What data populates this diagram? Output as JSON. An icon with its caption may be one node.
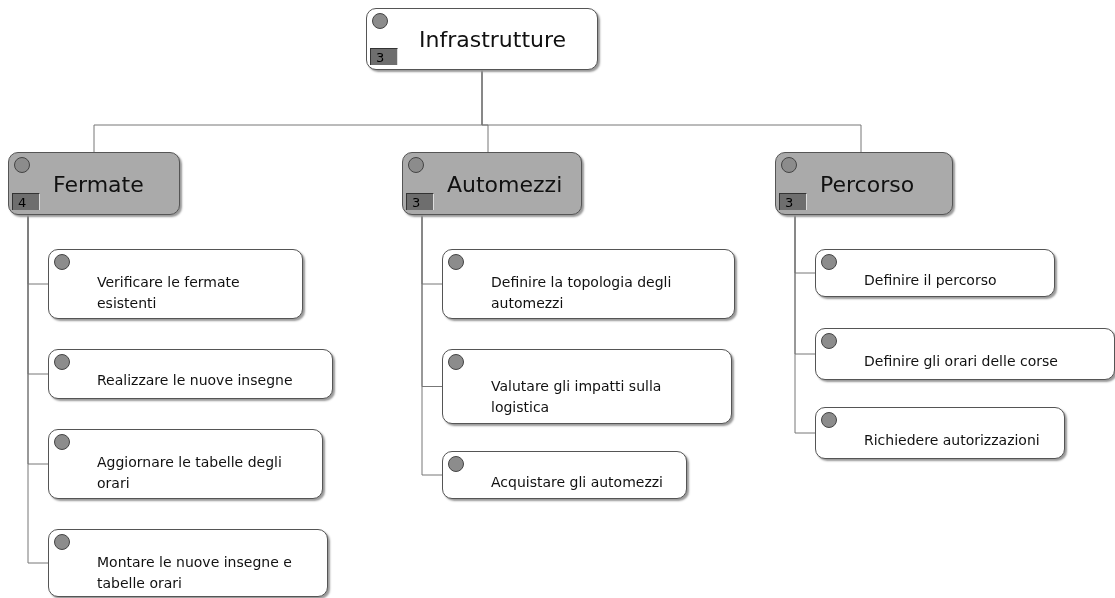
{
  "diagram": {
    "nodes": [
      {
        "text": [
          "Infrastrutture",
          "3"
        ]
      },
      {
        "text": [
          "Fermate",
          "4"
        ]
      },
      {
        "text": [
          "Automezzi",
          "3"
        ]
      },
      {
        "text": [
          "Percorso",
          "3"
        ]
      },
      {
        "text": [
          "Verificare le fermate esistenti"
        ]
      },
      {
        "text": [
          "Realizzare le nuove insegne"
        ]
      },
      {
        "text": [
          "Aggiornare le tabelle degli orari"
        ]
      },
      {
        "text": [
          "Montare le nuove insegne e tabelle orari"
        ]
      },
      {
        "text": [
          "Definire la topologia degli automezzi"
        ]
      },
      {
        "text": [
          "Valutare gli impatti sulla logistica"
        ]
      },
      {
        "text": [
          "Acquistare gli automezzi"
        ]
      },
      {
        "text": [
          "Definire il percorso"
        ]
      },
      {
        "text": [
          "Definire gli orari delle corse"
        ]
      },
      {
        "text": [
          "Richiedere autorizzazioni"
        ]
      }
    ],
    "edges": [
      {
        "from": 0,
        "to": 1,
        "arrow": "none"
      },
      {
        "from": 0,
        "to": 2,
        "arrow": "none"
      },
      {
        "from": 0,
        "to": 3,
        "arrow": "none"
      },
      {
        "from": 1,
        "to": 4,
        "arrow": "none"
      },
      {
        "from": 1,
        "to": 5,
        "arrow": "none"
      },
      {
        "from": 1,
        "to": 6,
        "arrow": "none"
      },
      {
        "from": 1,
        "to": 7,
        "arrow": "none"
      },
      {
        "from": 2,
        "to": 8,
        "arrow": "none"
      },
      {
        "from": 2,
        "to": 9,
        "arrow": "none"
      },
      {
        "from": 2,
        "to": 10,
        "arrow": "none"
      },
      {
        "from": 3,
        "to": 11,
        "arrow": "none"
      },
      {
        "from": 3,
        "to": 12,
        "arrow": "none"
      },
      {
        "from": 3,
        "to": 13,
        "arrow": "none"
      }
    ]
  }
}
